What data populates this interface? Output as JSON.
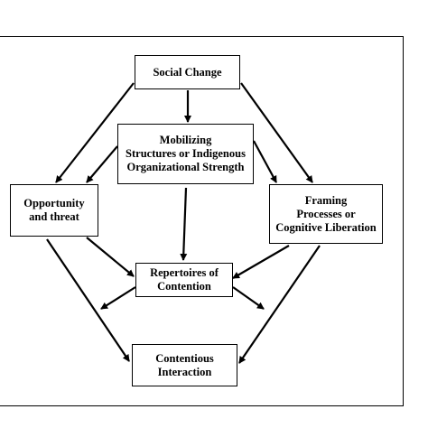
{
  "diagram": {
    "nodes": [
      {
        "id": "social",
        "label": "Social Change"
      },
      {
        "id": "mobilizing",
        "label": "Mobilizing\nStructures or Indigenous\nOrganizational Strength"
      },
      {
        "id": "opportunity",
        "label": "Opportunity\nand threat"
      },
      {
        "id": "framing",
        "label": "Framing\nProcesses or\nCognitive Liberation"
      },
      {
        "id": "repertoires",
        "label": "Repertoires of\nContention"
      },
      {
        "id": "contentious",
        "label": "Contentious\nInteraction"
      }
    ],
    "edges": [
      {
        "from": "social",
        "to": "mobilizing"
      },
      {
        "from": "social",
        "to": "opportunity"
      },
      {
        "from": "social",
        "to": "framing"
      },
      {
        "from": "mobilizing",
        "to": "opportunity"
      },
      {
        "from": "mobilizing",
        "to": "framing"
      },
      {
        "from": "mobilizing",
        "to": "repertoires"
      },
      {
        "from": "opportunity",
        "to": "repertoires"
      },
      {
        "from": "framing",
        "to": "repertoires"
      },
      {
        "from": "opportunity",
        "to": "contentious"
      },
      {
        "from": "framing",
        "to": "contentious"
      },
      {
        "from": "repertoires",
        "to": "outward-left"
      },
      {
        "from": "repertoires",
        "to": "outward-right"
      }
    ]
  }
}
